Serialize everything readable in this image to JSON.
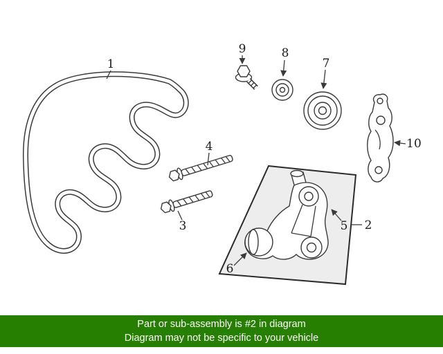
{
  "banner": {
    "line1": "Part or sub-assembly is #2 in diagram",
    "line2": "Diagram may not be specific to your vehicle",
    "bg_color": "#267f00",
    "text_color": "#ffffff"
  },
  "diagram": {
    "callouts": [
      {
        "id": "belt",
        "text": "1"
      },
      {
        "id": "highlighted-assembly",
        "text": "2"
      },
      {
        "id": "lower-mount-bolt",
        "text": "3"
      },
      {
        "id": "upper-mount-bolt",
        "text": "4"
      },
      {
        "id": "tensioner-body",
        "text": "5"
      },
      {
        "id": "tensioner-cup",
        "text": "6"
      },
      {
        "id": "idler-pulley",
        "text": "7"
      },
      {
        "id": "pulley-grommet",
        "text": "8"
      },
      {
        "id": "pulley-bolt",
        "text": "9"
      },
      {
        "id": "side-bracket",
        "text": "10"
      }
    ],
    "colors": {
      "line": "#3a3a3a",
      "highlight_box_fill": "#ededed",
      "highlight_box_stroke": "#2b2b2b"
    }
  }
}
